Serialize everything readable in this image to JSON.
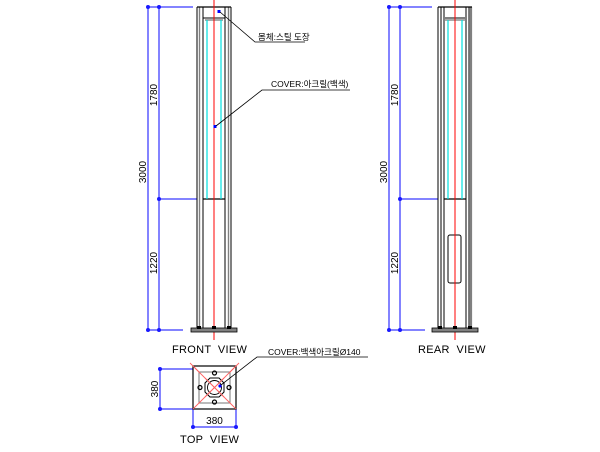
{
  "colors": {
    "dimension": "#3a3aff",
    "dimension_light": "#7878ff",
    "outline": "#000000",
    "outline_gray": "#808080",
    "centerline": "#ff0000",
    "cover": "#00e0e0",
    "leader_point": "#0000ff"
  },
  "front_view": {
    "title": "FRONT  VIEW",
    "dimensions": {
      "total": "3000",
      "upper": "1780",
      "lower": "1220"
    },
    "notes": {
      "body": "몸체:스틸 도장",
      "cover": "COVER:아크릴(백색)"
    }
  },
  "rear_view": {
    "title": "REAR  VIEW",
    "dimensions": {
      "total": "3000",
      "upper": "1780",
      "lower": "1220"
    }
  },
  "top_view": {
    "title": "TOP  VIEW",
    "dimensions": {
      "width": "380",
      "depth": "380"
    },
    "notes": {
      "cover": "COVER:백색아크릴Ø140"
    }
  }
}
